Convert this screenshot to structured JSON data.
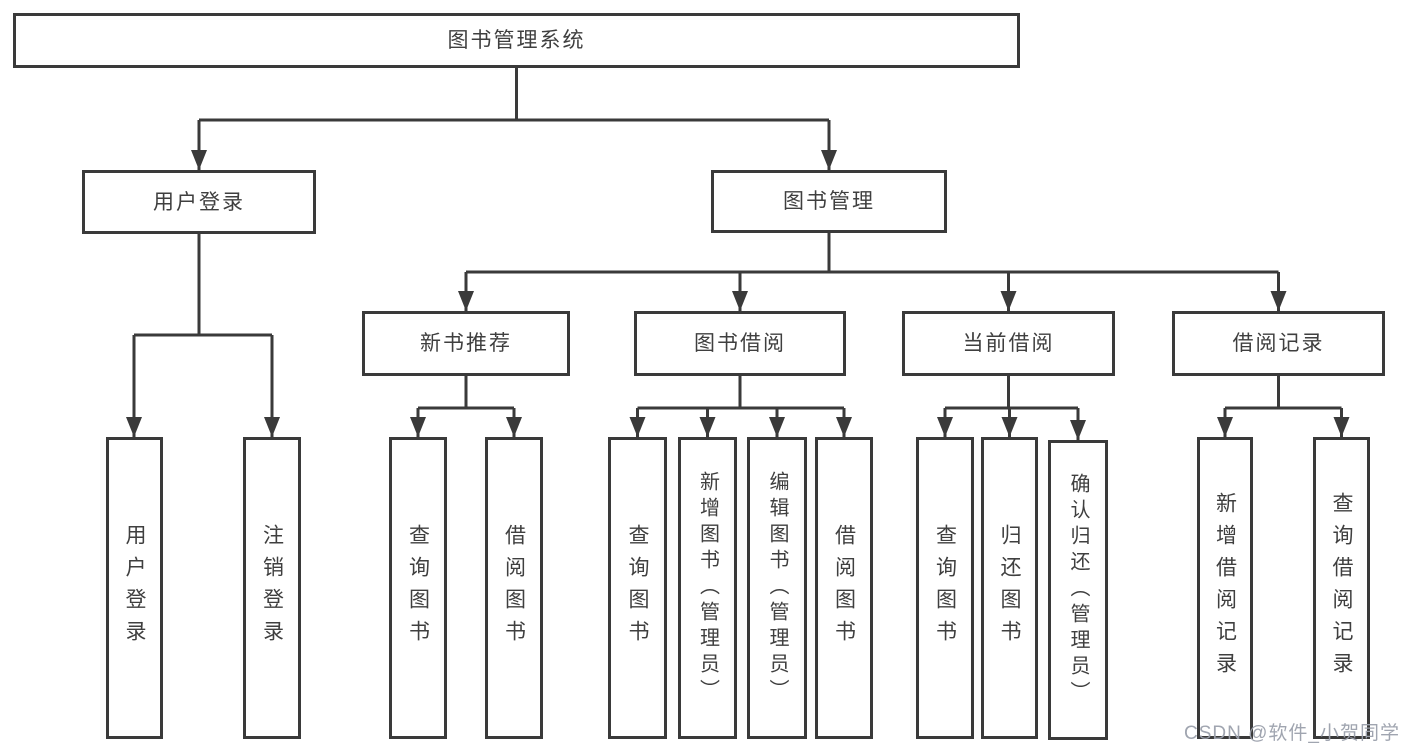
{
  "tree": {
    "label": "图书管理系统",
    "children": [
      {
        "label": "用户登录",
        "children": [
          {
            "label": "用户登录"
          },
          {
            "label": "注销登录"
          }
        ]
      },
      {
        "label": "图书管理",
        "children": [
          {
            "label": "新书推荐",
            "children": [
              {
                "label": "查询图书"
              },
              {
                "label": "借阅图书"
              }
            ]
          },
          {
            "label": "图书借阅",
            "children": [
              {
                "label": "查询图书"
              },
              {
                "label": "新增图书（管理员）"
              },
              {
                "label": "编辑图书（管理员）"
              },
              {
                "label": "借阅图书"
              }
            ]
          },
          {
            "label": "当前借阅",
            "children": [
              {
                "label": "查询图书"
              },
              {
                "label": "归还图书"
              },
              {
                "label": "确认归还（管理员）"
              }
            ]
          },
          {
            "label": "借阅记录",
            "children": [
              {
                "label": "新增借阅记录"
              },
              {
                "label": "查询借阅记录"
              }
            ]
          }
        ]
      }
    ]
  },
  "watermark": {
    "text": "CSDN @软件_小贺同学"
  },
  "colors": {
    "line": "#3a3a3a",
    "box_border": "#3a3a3a",
    "text": "#3f3f3f",
    "background": "#ffffff",
    "watermark": "#9ba0ac"
  }
}
